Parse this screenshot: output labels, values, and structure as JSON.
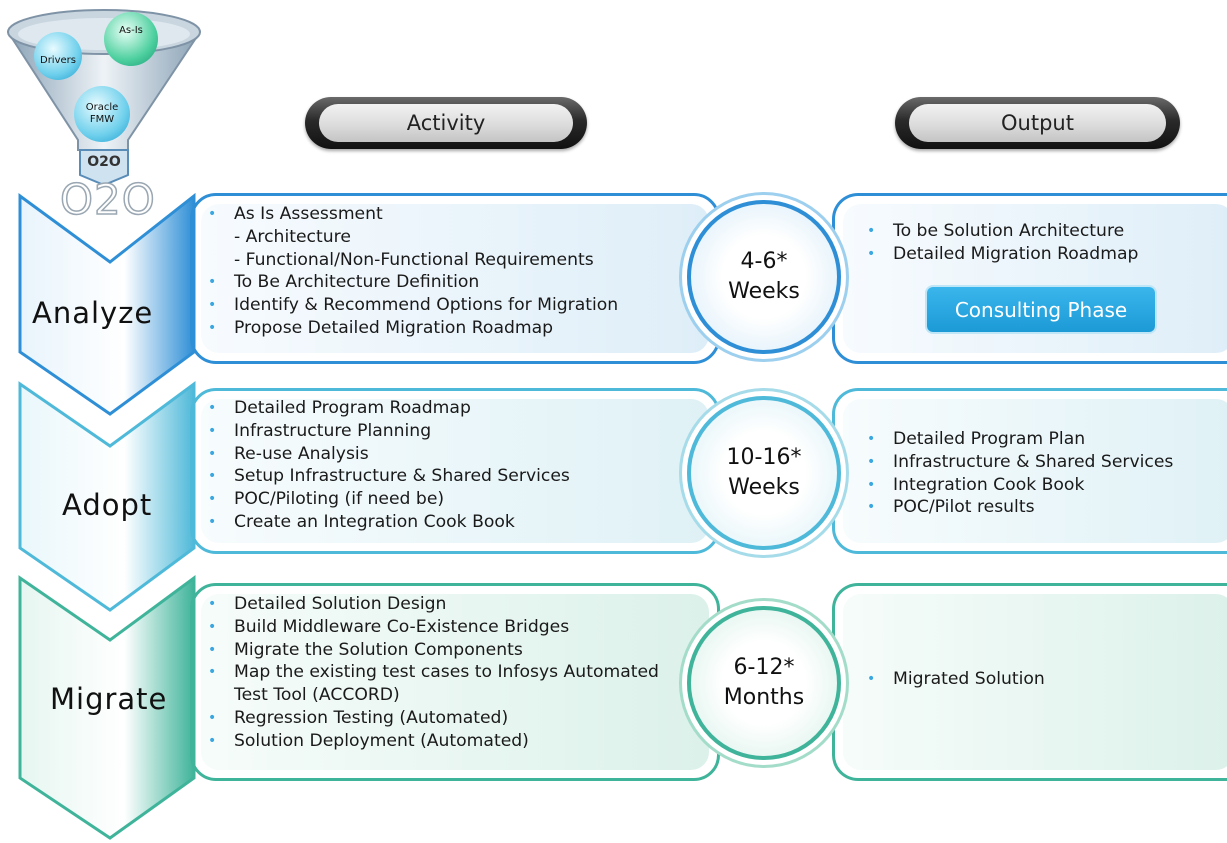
{
  "funnel": {
    "bubbles": [
      {
        "id": "drivers",
        "label": "Drivers"
      },
      {
        "id": "asis",
        "label": "As-Is"
      },
      {
        "id": "oracle",
        "label": "Oracle\nFMW"
      }
    ],
    "spout_label": "O2O",
    "big_label": "O2O"
  },
  "headers": {
    "activity": "Activity",
    "output": "Output"
  },
  "phases": [
    {
      "name": "Analyze",
      "activities": [
        {
          "text": "As Is Assessment",
          "sub": false
        },
        {
          "text": "- Architecture",
          "sub": true
        },
        {
          "text": "- Functional/Non-Functional Requirements",
          "sub": true
        },
        {
          "text": "To Be Architecture Definition",
          "sub": false
        },
        {
          "text": "Identify & Recommend Options for Migration",
          "sub": false
        },
        {
          "text": "Propose Detailed Migration Roadmap",
          "sub": false
        }
      ],
      "duration": [
        "4-6*",
        "Weeks"
      ],
      "outputs": [
        "To be Solution Architecture",
        "Detailed Migration Roadmap"
      ],
      "badge": "Consulting Phase"
    },
    {
      "name": "Adopt",
      "activities": [
        {
          "text": "Detailed Program Roadmap",
          "sub": false
        },
        {
          "text": "Infrastructure Planning",
          "sub": false
        },
        {
          "text": "Re-use Analysis",
          "sub": false
        },
        {
          "text": "Setup Infrastructure & Shared Services",
          "sub": false
        },
        {
          "text": "POC/Piloting (if need be)",
          "sub": false
        },
        {
          "text": "Create an Integration Cook Book",
          "sub": false
        }
      ],
      "duration": [
        "10-16*",
        "Weeks"
      ],
      "outputs": [
        "Detailed Program Plan",
        "Infrastructure & Shared Services",
        "Integration Cook Book",
        "POC/Pilot results"
      ]
    },
    {
      "name": "Migrate",
      "activities": [
        {
          "text": "Detailed Solution Design",
          "sub": false
        },
        {
          "text": "Build Middleware Co-Existence Bridges",
          "sub": false
        },
        {
          "text": "Migrate the Solution Components",
          "sub": false
        },
        {
          "text": "Map the existing test cases to Infosys Automated",
          "sub": false
        },
        {
          "text": "Test Tool (ACCORD)",
          "sub": true
        },
        {
          "text": "Regression Testing (Automated)",
          "sub": false
        },
        {
          "text": "Solution Deployment (Automated)",
          "sub": false
        }
      ],
      "duration": [
        "6-12*",
        "Months"
      ],
      "outputs": [
        "Migrated Solution"
      ]
    }
  ],
  "colors": {
    "analyze": "#2f8fd6",
    "adopt": "#4fb9d9",
    "migrate": "#3fb49a"
  }
}
